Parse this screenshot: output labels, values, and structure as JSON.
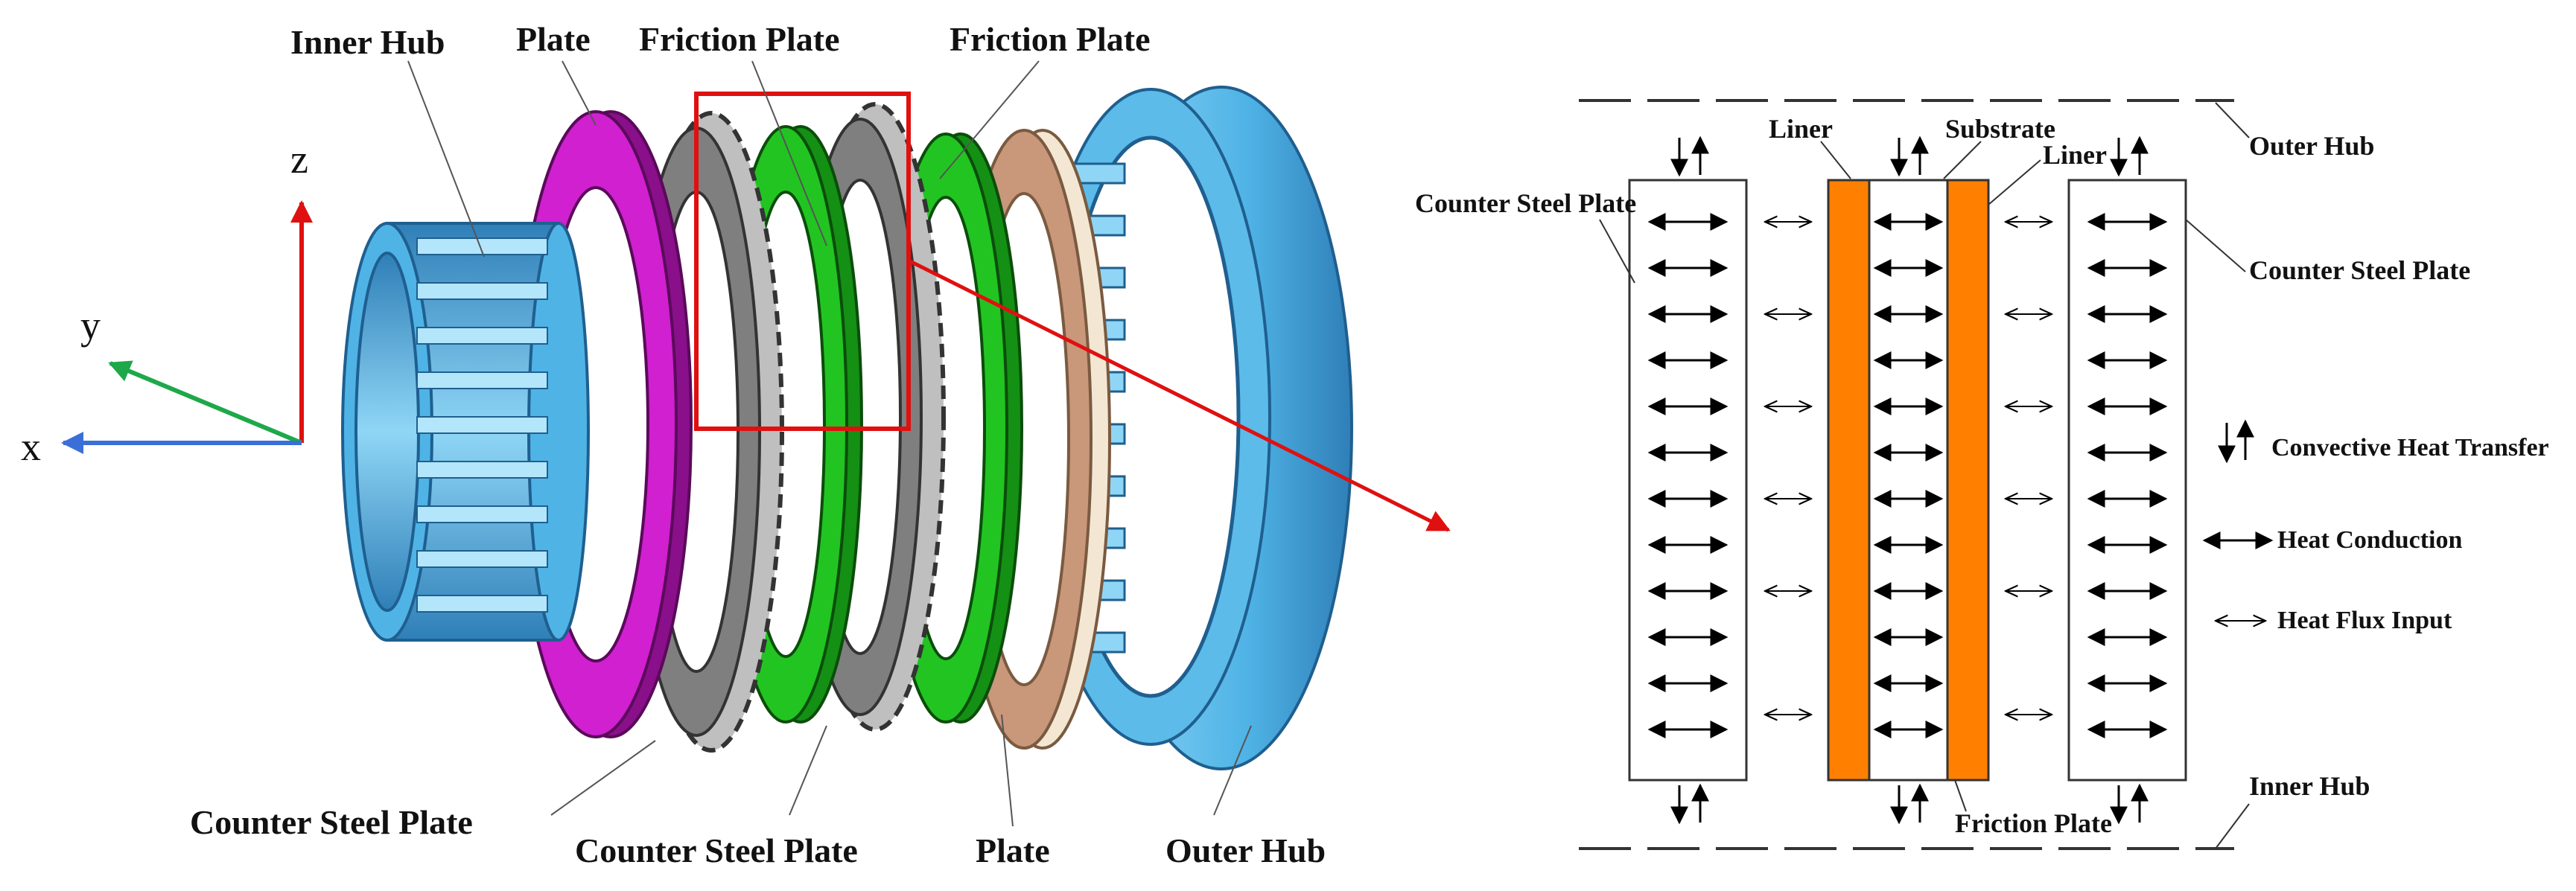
{
  "assembly": {
    "labels": {
      "inner_hub": "Inner Hub",
      "plate_top": "Plate",
      "friction_plate_1": "Friction Plate",
      "friction_plate_2": "Friction Plate",
      "counter_steel_plate_1": "Counter Steel Plate",
      "counter_steel_plate_2": "Counter Steel Plate",
      "plate_bottom": "Plate",
      "outer_hub": "Outer Hub"
    },
    "axes": {
      "x": "x",
      "y": "y",
      "z": "z"
    },
    "colors": {
      "hub_blue": "#4fb3e6",
      "hub_dark": "#2f7fb8",
      "plate_magenta": "#d020d0",
      "steel_gray": "#7f7f7f",
      "friction_green": "#22c422",
      "plate_tan": "#c9977a",
      "highlight_red": "#e01010",
      "axis_x": "#3a6fd8",
      "axis_y": "#1ea84a",
      "axis_z": "#e01010"
    }
  },
  "schematic": {
    "labels": {
      "outer_hub": "Outer Hub",
      "liner_left": "Liner",
      "substrate": "Substrate",
      "liner_right": "Liner",
      "counter_steel_plate_left": "Counter Steel Plate",
      "counter_steel_plate_right": "Counter Steel Plate",
      "friction_plate": "Friction Plate",
      "inner_hub": "Inner Hub"
    },
    "legend": {
      "convective": "Convective Heat Transfer",
      "conduction": "Heat Conduction",
      "flux": "Heat Flux Input"
    },
    "colors": {
      "liner_orange": "#ff8000"
    }
  }
}
